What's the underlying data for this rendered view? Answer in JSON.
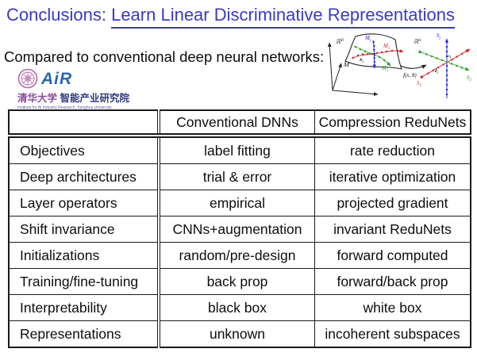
{
  "title": {
    "prefix": "Conclusions:",
    "underlined": "Learn Linear Discriminative Representations"
  },
  "subtitle": "Compared to conventional deep neural networks:",
  "colors": {
    "title_blue": "#3a3ac6",
    "diagram_red": "#cc2020",
    "diagram_green": "#1e9e1e",
    "diagram_blue": "#2323d8"
  },
  "logo": {
    "air_text": "AiR",
    "cn_part1": "清华大学",
    "cn_part2": "智能产业研究院",
    "en_line": "Institute for AI Industry Research, Tsinghua University"
  },
  "diagram": {
    "labels": {
      "rD": {
        "base": "ℝ",
        "sup": "D"
      },
      "rd": {
        "base": "ℝ",
        "sup": "d"
      },
      "m1": {
        "base": "M",
        "sub": "1"
      },
      "m2": {
        "base": "M",
        "sub": "2"
      },
      "mj": {
        "base": "M",
        "sub": "j"
      },
      "m": {
        "base": "M"
      },
      "xi": {
        "base": "x",
        "sub": "i"
      },
      "map": {
        "base": "f(x, θ)"
      },
      "sj": {
        "base": "S",
        "sub": "j"
      },
      "s1": {
        "base": "S",
        "sub": "1"
      },
      "s2": {
        "base": "S",
        "sub": "2"
      },
      "zi": {
        "base": "z",
        "sub": "i"
      }
    }
  },
  "table": {
    "columns": [
      "",
      "Conventional DNNs",
      "Compression ReduNets"
    ],
    "rows": [
      {
        "label": "Objectives",
        "dnn": "label fitting",
        "redunet": "rate reduction"
      },
      {
        "label": "Deep architectures",
        "dnn": "trial & error",
        "redunet": "iterative optimization"
      },
      {
        "label": "Layer operators",
        "dnn": "empirical",
        "redunet": "projected gradient"
      },
      {
        "label": "Shift invariance",
        "dnn": "CNNs+augmentation",
        "redunet": "invariant ReduNets"
      },
      {
        "label": "Initializations",
        "dnn": "random/pre-design",
        "redunet": "forward computed"
      },
      {
        "label": "Training/fine-tuning",
        "dnn": "back prop",
        "redunet": "forward/back prop"
      },
      {
        "label": "Interpretability",
        "dnn": "black box",
        "redunet": "white box"
      },
      {
        "label": "Representations",
        "dnn": "unknown",
        "redunet": "incoherent subspaces"
      }
    ]
  }
}
